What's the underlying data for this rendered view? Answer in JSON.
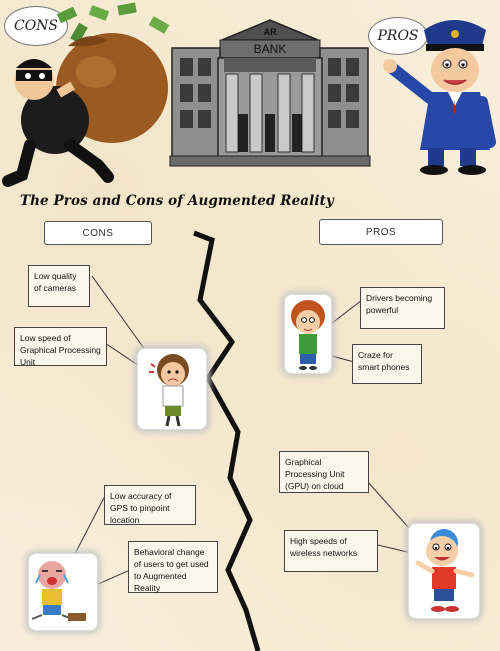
{
  "speech": {
    "cons": "CONS",
    "pros": "PROS"
  },
  "bank": {
    "top_label": "AR",
    "sign": "BANK"
  },
  "title": "The Pros and Cons of Augmented Reality",
  "headers": {
    "cons": "CONS",
    "pros": "PROS"
  },
  "cons_notes": [
    "Low quality of cameras",
    "Low speed of Graphical Processing Unit",
    "Low accuracy of GPS to pinpoint location",
    "Behavioral change of users to get used to Augmented Reality"
  ],
  "pros_notes": [
    "Drivers becoming powerful",
    "Craze for smart phones",
    "Graphical Processing Unit (GPU) on cloud",
    "High speeds of wireless networks"
  ]
}
